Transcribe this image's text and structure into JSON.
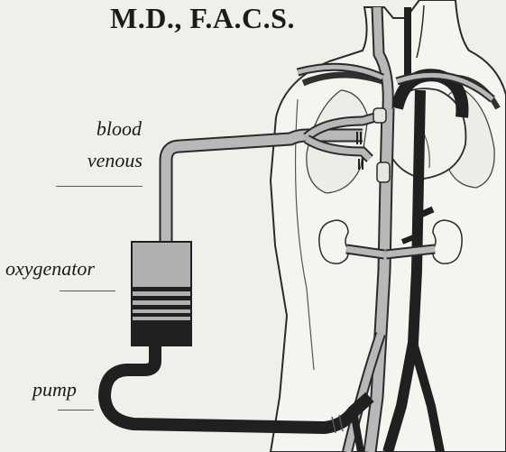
{
  "diagram": {
    "heading": "M.D., F.A.C.S.",
    "labels": {
      "blood": "blood",
      "venous": "venous",
      "oxygenator": "oxygenator",
      "pump": "pump"
    },
    "colors": {
      "paper": "#f1efe9",
      "ink": "#1b1b1b",
      "tubing": "#b8b8b8",
      "dark_blood": "#202020"
    }
  }
}
